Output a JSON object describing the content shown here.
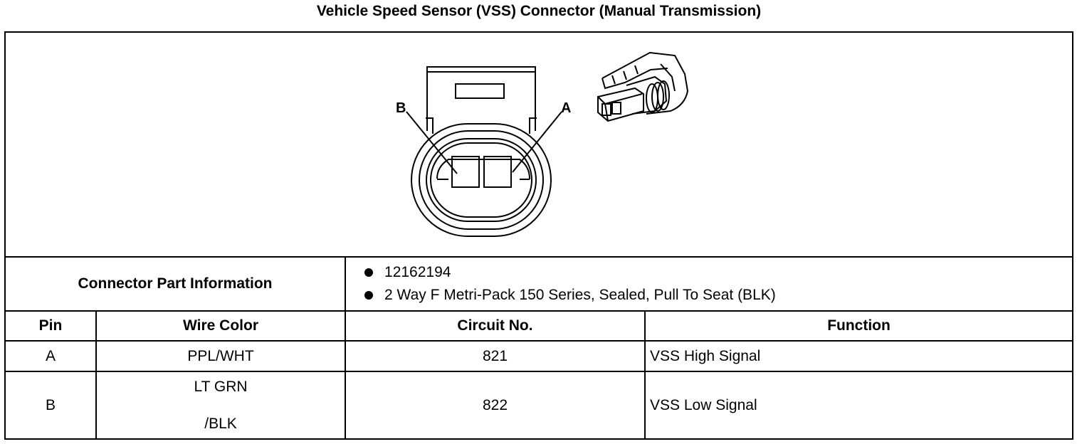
{
  "title": "Vehicle Speed Sensor (VSS) Connector (Manual Transmission)",
  "diagram": {
    "pin_label_b": "B",
    "pin_label_a": "A",
    "front_view_icon": "connector-front-view-icon",
    "perspective_icon": "connector-perspective-icon"
  },
  "part_info": {
    "label": "Connector Part Information",
    "items": [
      "12162194",
      "2 Way F Metri-Pack 150 Series, Sealed, Pull To Seat (BLK)"
    ]
  },
  "table": {
    "headers": [
      "Pin",
      "Wire Color",
      "Circuit No.",
      "Function"
    ],
    "rows": [
      {
        "pin": "A",
        "wire_color_lines": [
          "PPL/WHT"
        ],
        "circuit": "821",
        "function": "VSS High Signal"
      },
      {
        "pin": "B",
        "wire_color_lines": [
          "LT GRN",
          "/BLK"
        ],
        "circuit": "822",
        "function": "VSS Low Signal"
      }
    ]
  }
}
